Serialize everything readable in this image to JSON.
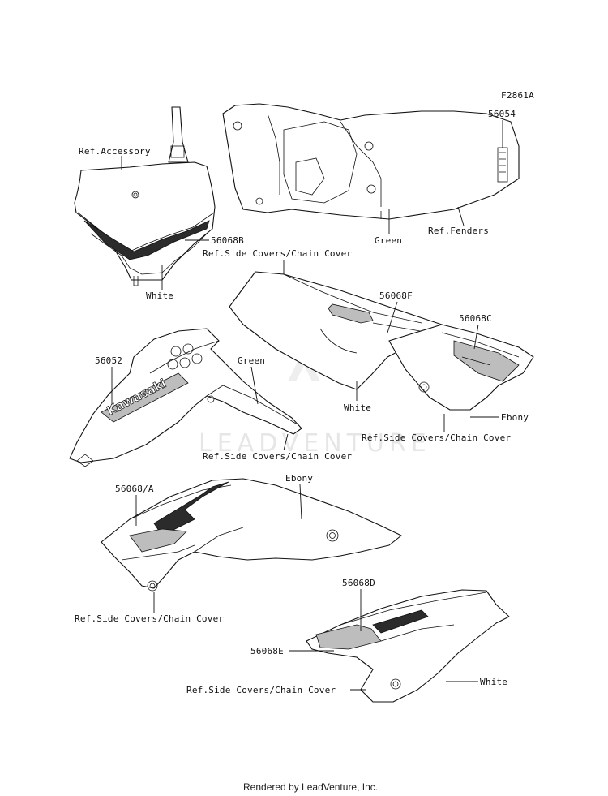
{
  "figure_code": "F2861A",
  "watermark": "LEADVENTURE",
  "footer": "Rendered by LeadVenture, Inc.",
  "parts": {
    "p56054": "56054",
    "p56068B": "56068B",
    "p56068F": "56068F",
    "p56068C": "56068C",
    "p56052": "56052",
    "p56068A": "56068/A",
    "p56068D": "56068D",
    "p56068E": "56068E"
  },
  "refs": {
    "accessory": "Ref.Accessory",
    "fenders": "Ref.Fenders",
    "side_covers_1": "Ref.Side Covers/Chain Cover",
    "side_covers_2": "Ref.Side Covers/Chain Cover",
    "side_covers_3": "Ref.Side Covers/Chain Cover",
    "side_covers_4": "Ref.Side Covers/Chain Cover",
    "side_covers_5": "Ref.Side Covers/Chain Cover"
  },
  "colors": {
    "white_1": "White",
    "green_1": "Green",
    "green_2": "Green",
    "white_2": "White",
    "ebony_1": "Ebony",
    "ebony_2": "Ebony",
    "white_3": "White"
  },
  "decal_text": {
    "kawasaki": "Kawasaki"
  }
}
